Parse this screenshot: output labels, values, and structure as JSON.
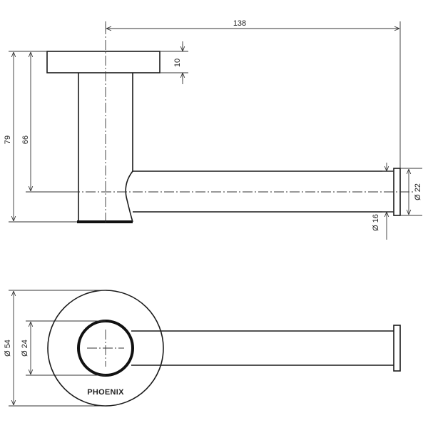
{
  "dimensions": {
    "overall_length": "138",
    "flange_thickness": "10",
    "total_height": "79",
    "arm_height": "66",
    "end_cap_diameter": "Ø 22",
    "arm_diameter": "Ø 16",
    "flange_diameter": "Ø 54",
    "post_diameter": "Ø 24"
  },
  "brand": "PHOENIX",
  "colors": {
    "line": "#1a1a1a",
    "background": "#ffffff"
  }
}
